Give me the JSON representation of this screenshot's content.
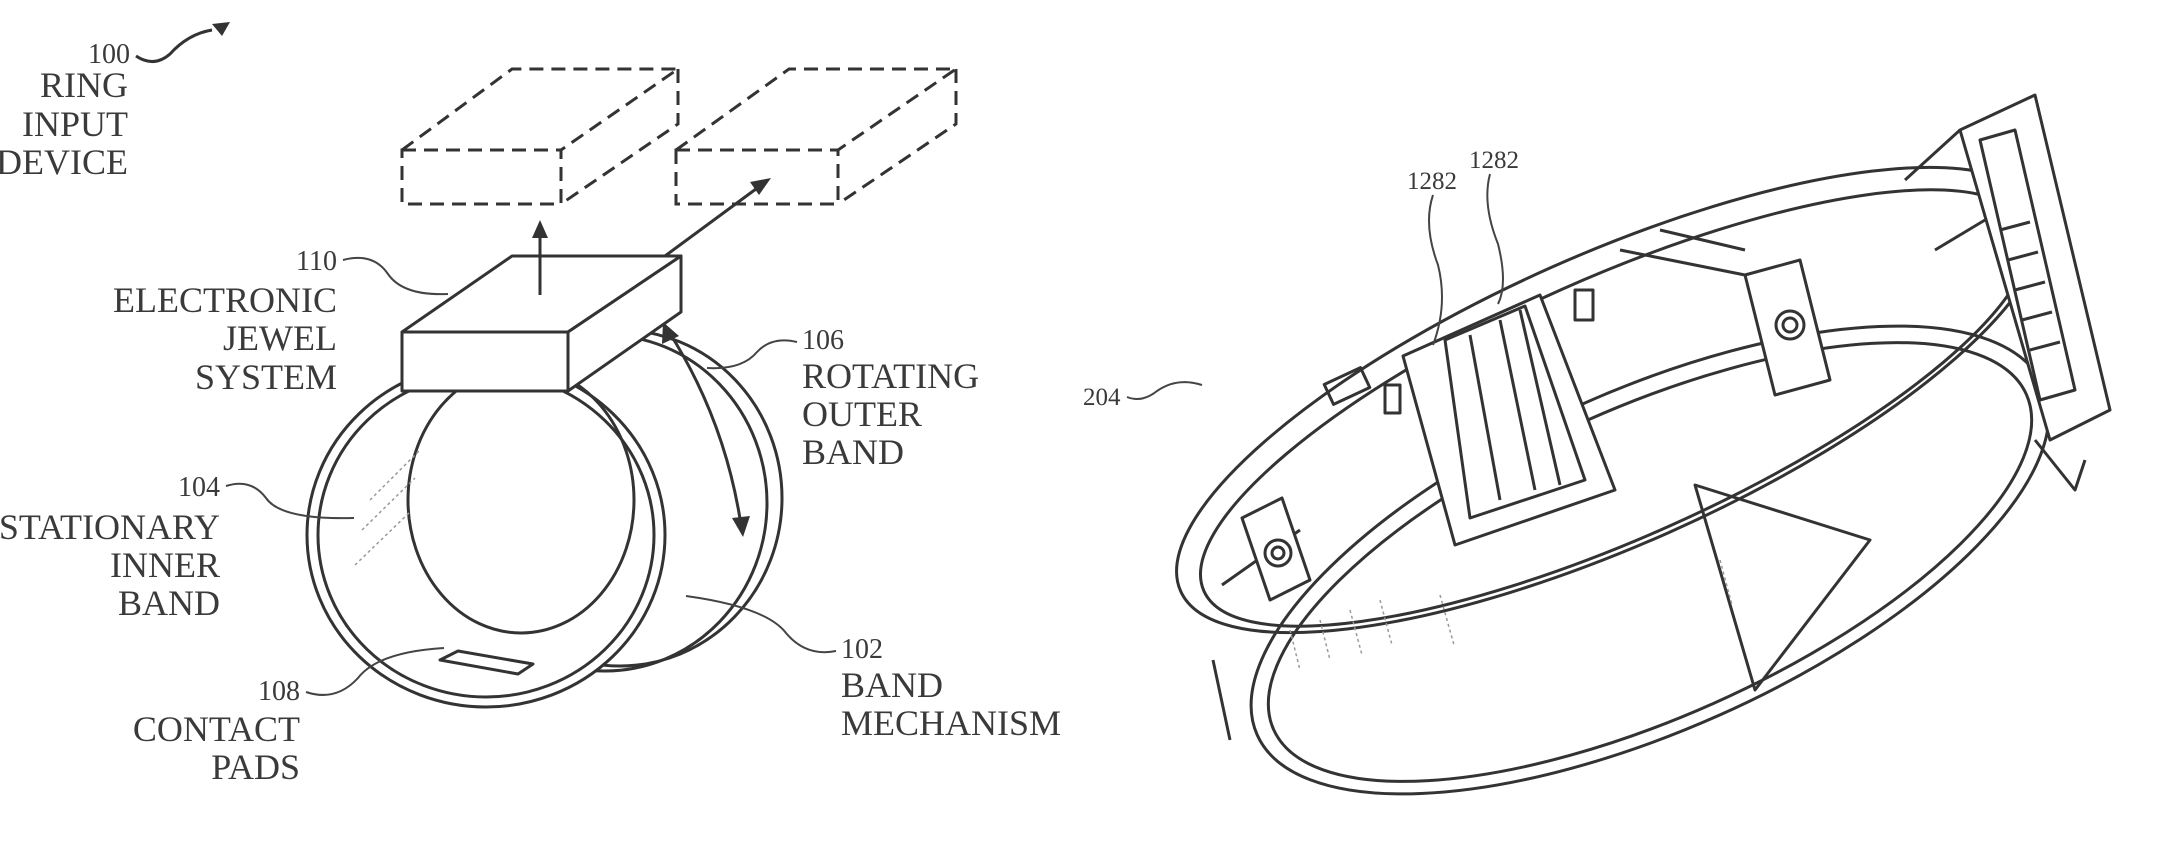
{
  "figure_left": {
    "ref_100": "100",
    "device_label": [
      "RING",
      "INPUT",
      "DEVICE"
    ],
    "ref_110": "110",
    "jewel_label": [
      "ELECTRONIC",
      "JEWEL",
      "SYSTEM"
    ],
    "ref_106": "106",
    "outer_band_label": [
      "ROTATING",
      "OUTER",
      "BAND"
    ],
    "ref_104": "104",
    "inner_band_label": [
      "STATIONARY",
      "INNER",
      "BAND"
    ],
    "ref_108": "108",
    "contact_label": [
      "CONTACT",
      "PADS"
    ],
    "ref_102": "102",
    "mechanism_label": [
      "BAND",
      "MECHANISM"
    ]
  },
  "figure_right": {
    "ref_1282_a": "1282",
    "ref_1282_b": "1282",
    "ref_204": "204"
  }
}
